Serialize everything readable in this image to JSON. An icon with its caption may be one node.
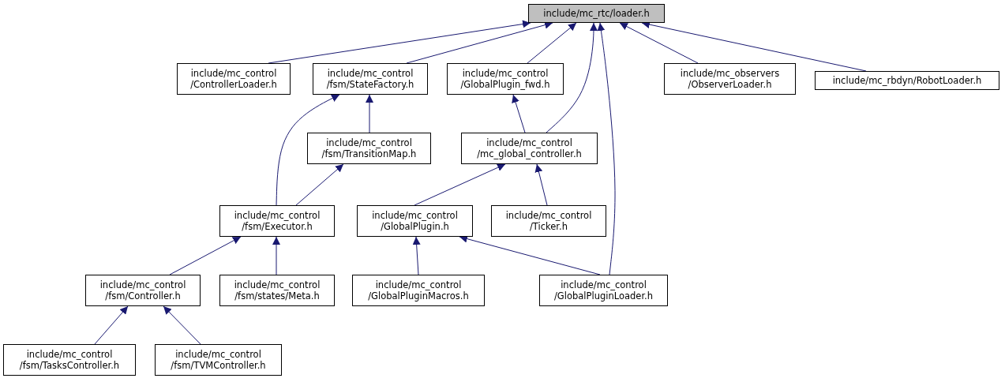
{
  "diagram": {
    "nodes": [
      {
        "text": [
          "include/mc_rtc/loader.h"
        ]
      },
      {
        "text": [
          "include/mc_control /ControllerLoader.h"
        ]
      },
      {
        "text": [
          "include/mc_control /fsm/StateFactory.h"
        ]
      },
      {
        "text": [
          "include/mc_control /GlobalPlugin_fwd.h"
        ]
      },
      {
        "text": [
          "include/mc_observers /ObserverLoader.h"
        ]
      },
      {
        "text": [
          "include/mc_rbdyn/RobotLoader.h"
        ]
      },
      {
        "text": [
          "include/mc_control /fsm/TransitionMap.h"
        ]
      },
      {
        "text": [
          "include/mc_control /mc_global_controller.h"
        ]
      },
      {
        "text": [
          "include/mc_control /fsm/Executor.h"
        ]
      },
      {
        "text": [
          "include/mc_control /GlobalPlugin.h"
        ]
      },
      {
        "text": [
          "include/mc_control /Ticker.h"
        ]
      },
      {
        "text": [
          "include/mc_control /fsm/Controller.h"
        ]
      },
      {
        "text": [
          "include/mc_control /fsm/states/Meta.h"
        ]
      },
      {
        "text": [
          "include/mc_control /GlobalPluginMacros.h"
        ]
      },
      {
        "text": [
          "include/mc_control /GlobalPluginLoader.h"
        ]
      },
      {
        "text": [
          "include/mc_control /fsm/TasksController.h"
        ]
      },
      {
        "text": [
          "include/mc_control /fsm/TVMController.h"
        ]
      }
    ],
    "edges": [
      {
        "from": 1,
        "to": 0,
        "arrow": "to"
      },
      {
        "from": 2,
        "to": 0,
        "arrow": "to"
      },
      {
        "from": 3,
        "to": 0,
        "arrow": "to"
      },
      {
        "from": 4,
        "to": 0,
        "arrow": "to"
      },
      {
        "from": 5,
        "to": 0,
        "arrow": "to"
      },
      {
        "from": 7,
        "to": 0,
        "arrow": "to"
      },
      {
        "from": 14,
        "to": 0,
        "arrow": "to"
      },
      {
        "from": 6,
        "to": 2,
        "arrow": "to"
      },
      {
        "from": 8,
        "to": 2,
        "arrow": "to"
      },
      {
        "from": 8,
        "to": 6,
        "arrow": "to"
      },
      {
        "from": 7,
        "to": 3,
        "arrow": "to"
      },
      {
        "from": 9,
        "to": 7,
        "arrow": "to"
      },
      {
        "from": 10,
        "to": 7,
        "arrow": "to"
      },
      {
        "from": 11,
        "to": 8,
        "arrow": "to"
      },
      {
        "from": 12,
        "to": 8,
        "arrow": "to"
      },
      {
        "from": 13,
        "to": 9,
        "arrow": "to"
      },
      {
        "from": 14,
        "to": 9,
        "arrow": "to"
      },
      {
        "from": 15,
        "to": 11,
        "arrow": "to"
      },
      {
        "from": 16,
        "to": 11,
        "arrow": "to"
      }
    ]
  }
}
